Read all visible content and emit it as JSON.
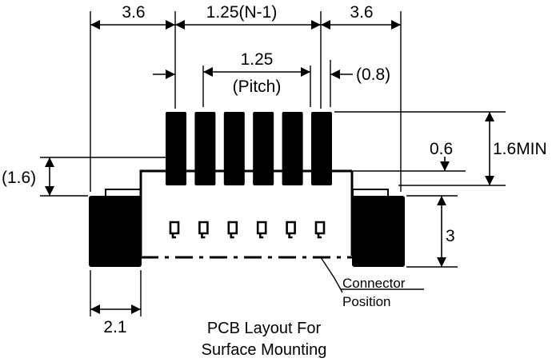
{
  "dimensions": {
    "side_width_left": "3.6",
    "span": "1.25(N-1)",
    "side_width_right": "3.6",
    "pitch_value": "1.25",
    "pitch_label": "(Pitch)",
    "pad_width": "(0.8)",
    "pad_offset": "(1.6)",
    "gap": "0.6",
    "pad_length": "1.6MIN",
    "mount_height": "3",
    "mount_width": "2.1"
  },
  "labels": {
    "connector_line1": "Connector",
    "connector_line2": "Position",
    "caption_line1": "PCB Layout For",
    "caption_line2": "Surface Mounting"
  },
  "signal_pad_count": 6,
  "contact_count": 6
}
